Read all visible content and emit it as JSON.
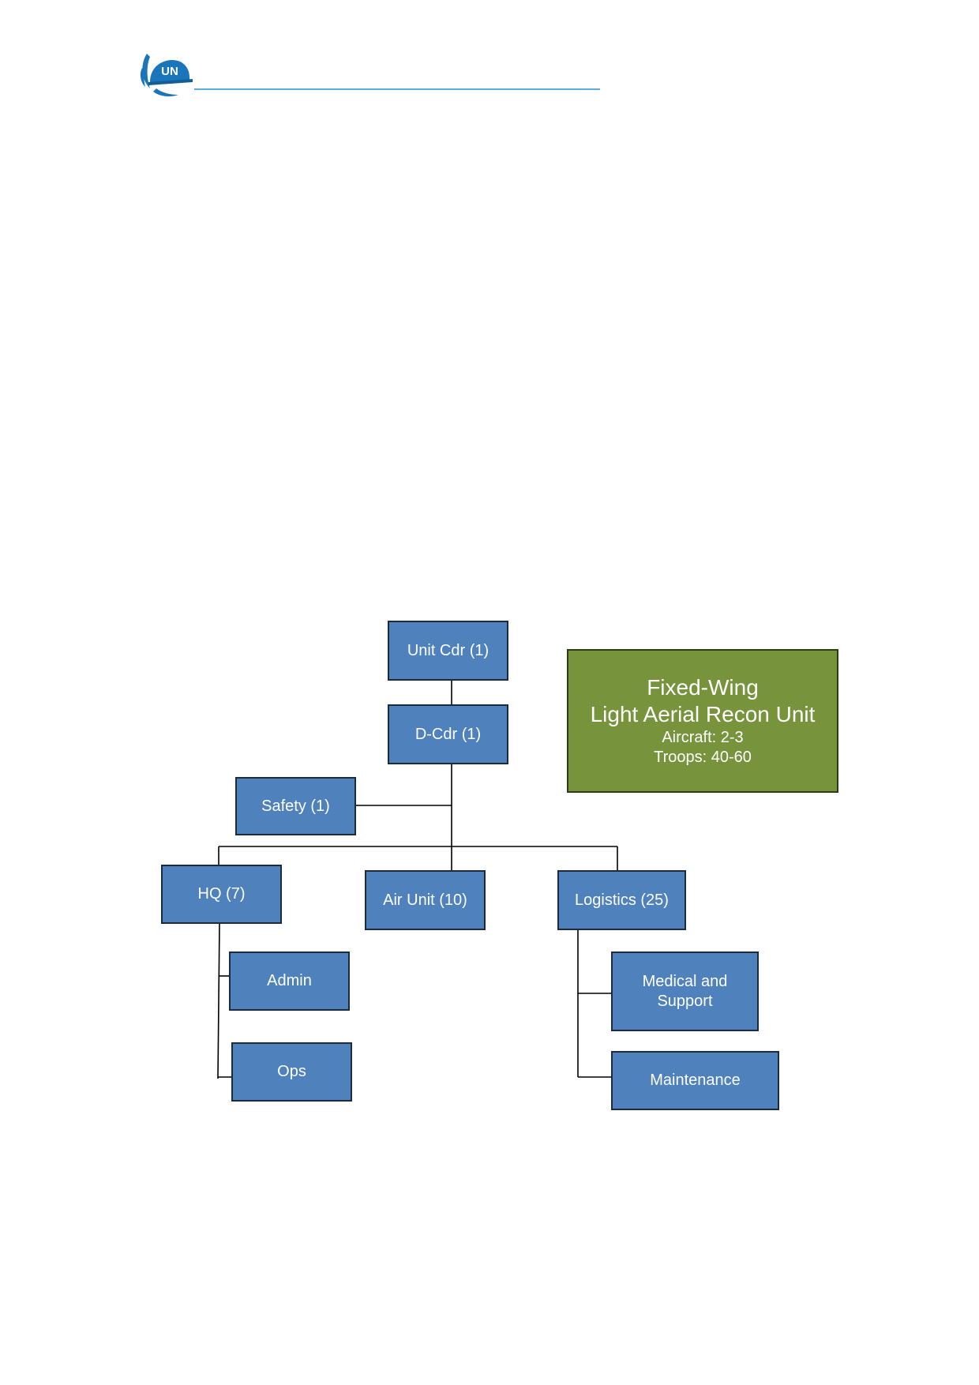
{
  "header": {
    "logo_text": "UN",
    "colors": {
      "logo_blue": "#1a75bb",
      "rule": "#5aaee0"
    }
  },
  "org_chart": {
    "title": {
      "line1": "Fixed-Wing",
      "line2": "Light Aerial Recon Unit",
      "aircraft": "Aircraft: 2-3",
      "troops": "Troops: 40-60"
    },
    "nodes": {
      "unit_cdr": "Unit Cdr (1)",
      "d_cdr": "D-Cdr (1)",
      "safety": "Safety (1)",
      "hq": "HQ (7)",
      "air_unit": "Air Unit (10)",
      "logistics": "Logistics (25)",
      "admin": "Admin",
      "ops": "Ops",
      "medical_support": "Medical and\nSupport",
      "maintenance": "Maintenance"
    },
    "colors": {
      "node_fill": "#4f81bd",
      "title_fill": "#77933c",
      "connector": "#000000"
    }
  }
}
